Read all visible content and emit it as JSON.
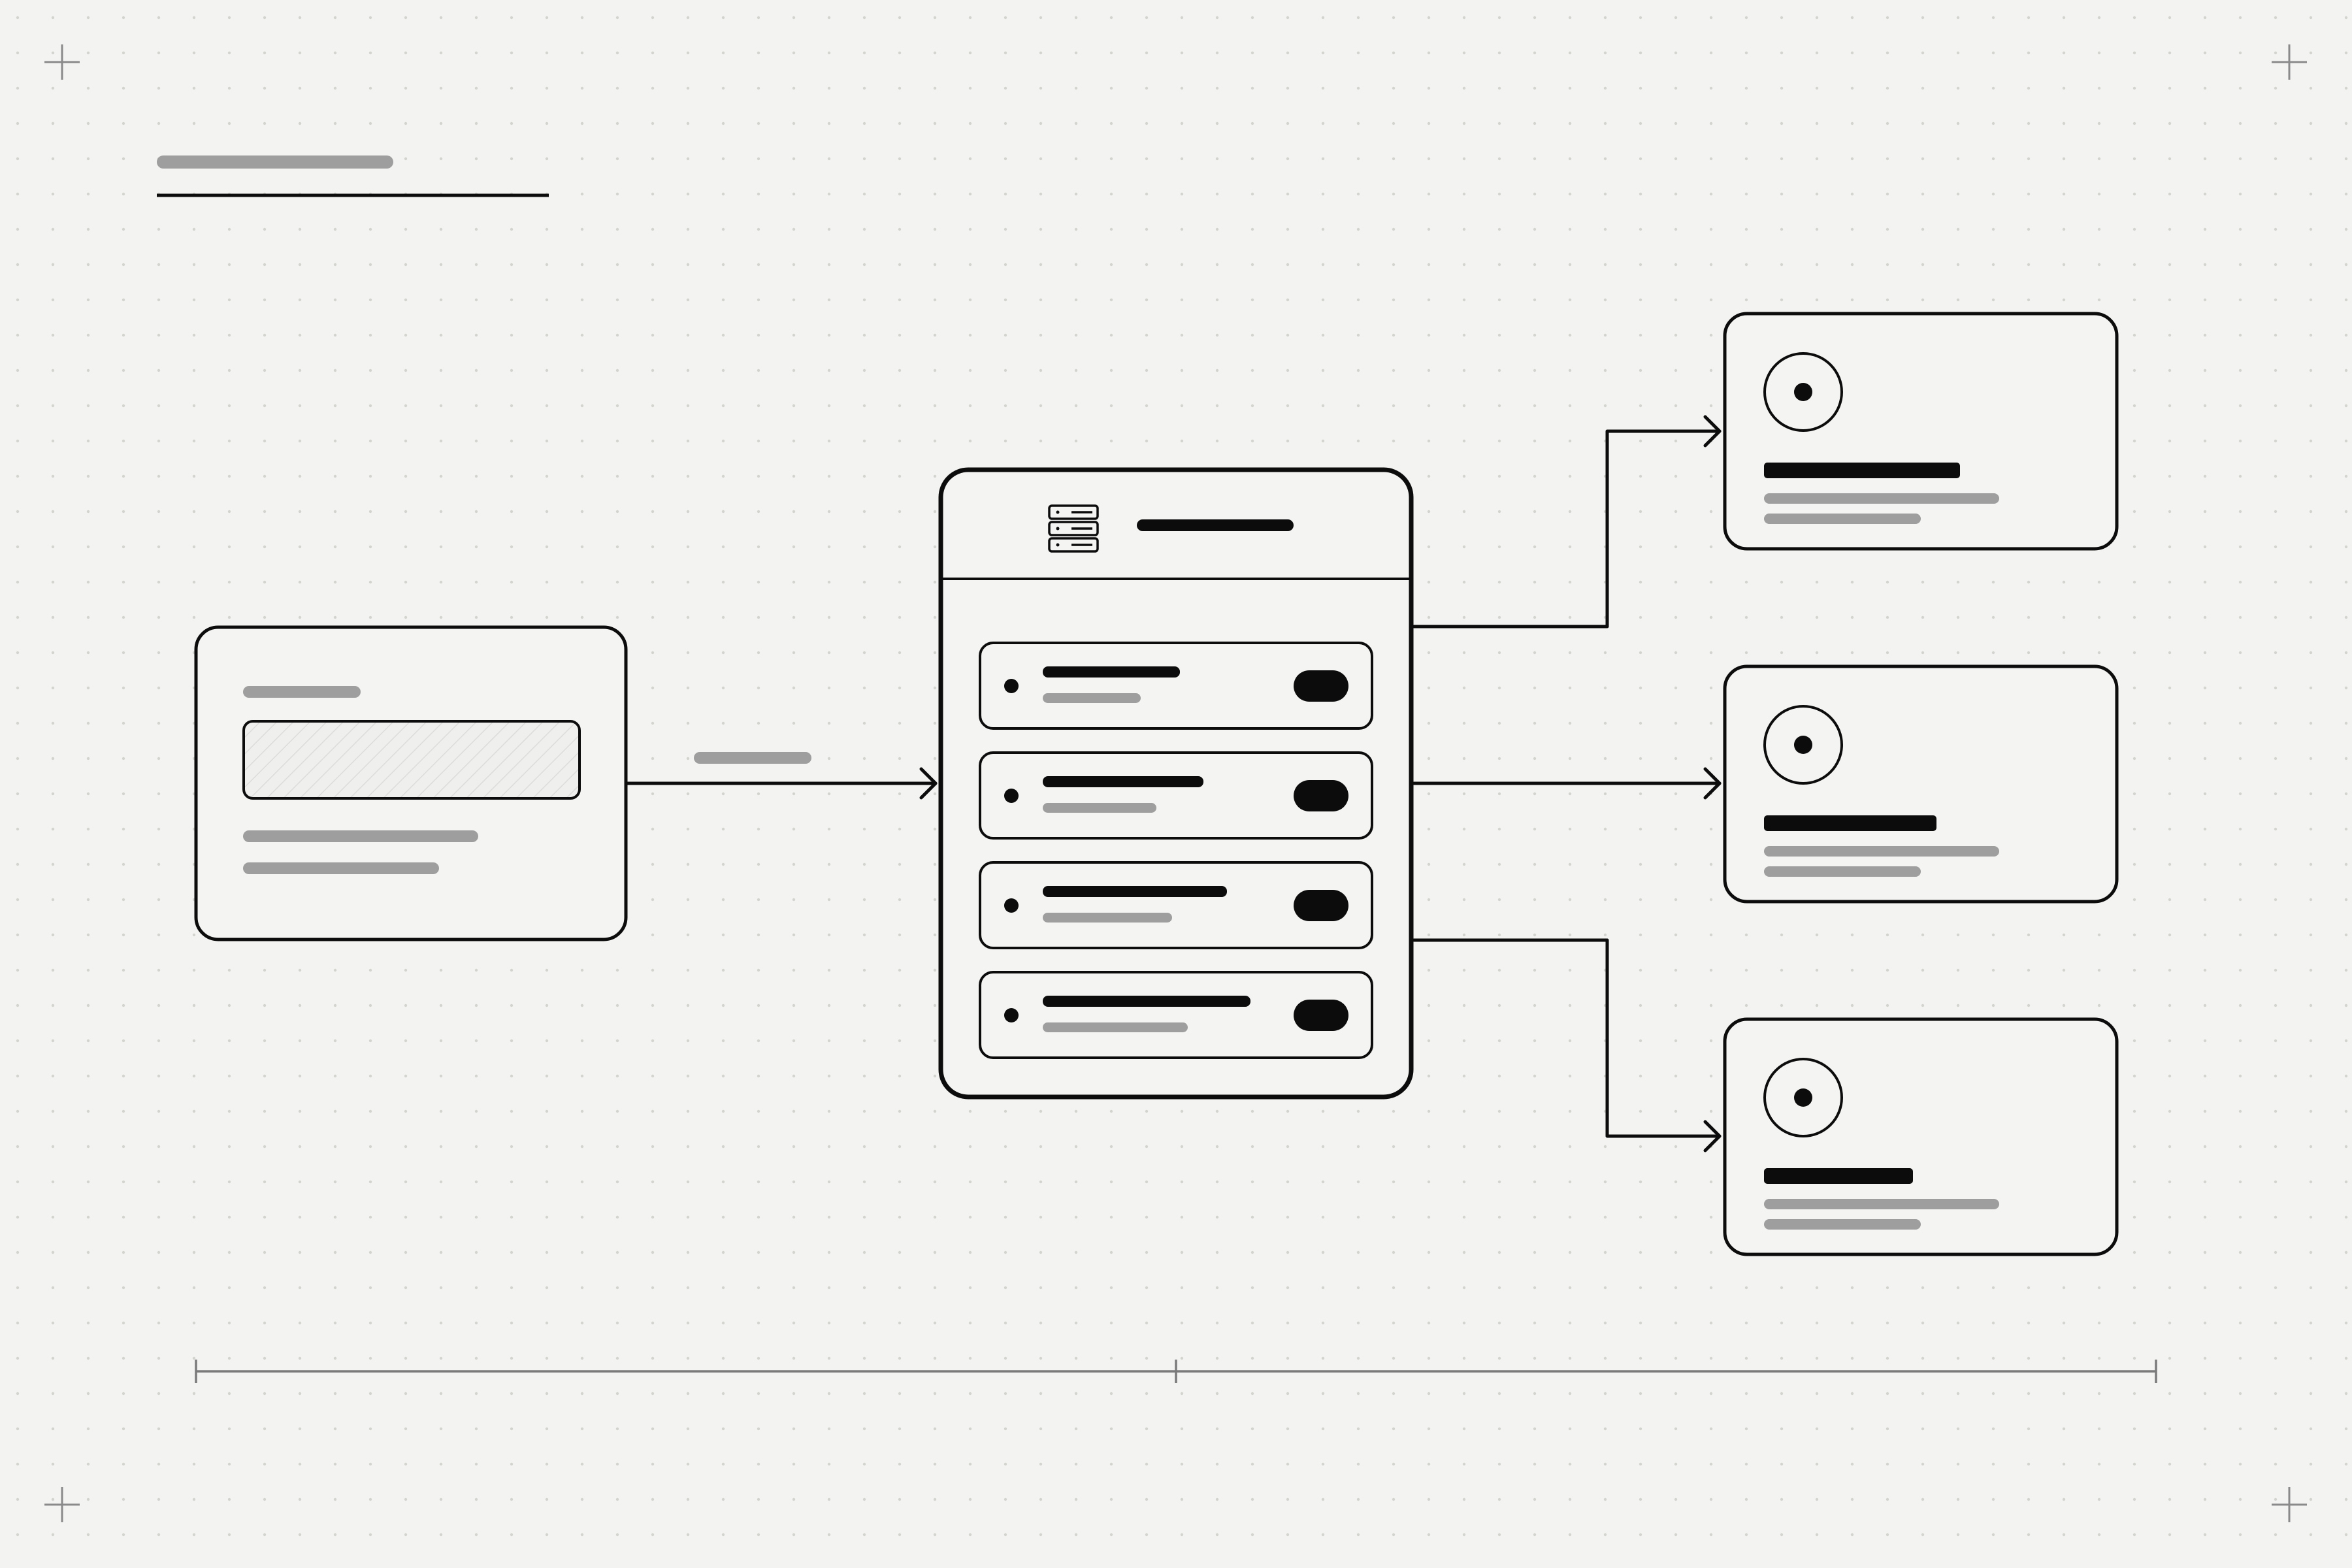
{
  "diagram": {
    "type": "wireframe-flow",
    "labels": [],
    "colors": {
      "background": "#f3f3f1",
      "ink": "#0c0c0c",
      "placeholder": "#9e9e9e",
      "dot_grid": "#cfcfcb",
      "axis": "#7a7a7a"
    },
    "source_card": {
      "text_lines": 3,
      "has_field": true
    },
    "hub": {
      "icon": "server-rack-icon",
      "rows": 4
    },
    "targets": [
      {
        "icon": "radio-target-icon"
      },
      {
        "icon": "radio-target-icon"
      },
      {
        "icon": "radio-target-icon"
      }
    ],
    "connectors": [
      "source-to-hub",
      "hub-to-target-1",
      "hub-to-target-2",
      "hub-to-target-3"
    ],
    "scale_ticks": 3
  }
}
